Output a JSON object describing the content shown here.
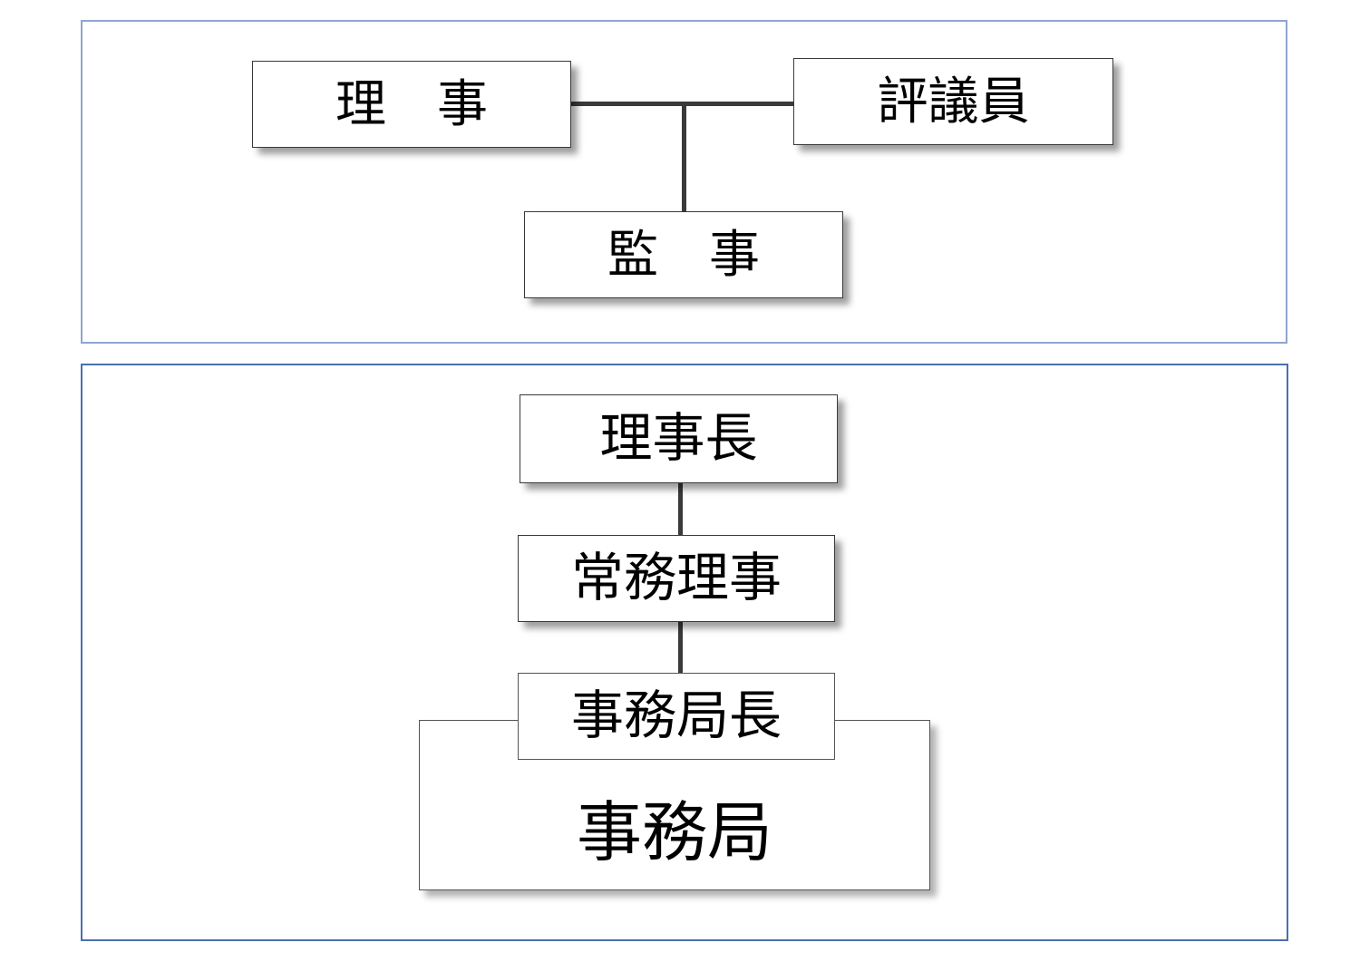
{
  "diagram": {
    "type": "organization-chart",
    "title": "",
    "colors": {
      "panel_border_top": "#8FA5D2",
      "panel_border_bottom": "#4A6FB0",
      "node_border": "#3a3a3a",
      "node_fill": "#ffffff",
      "connector": "#3a3a3a",
      "text": "#000000",
      "background": "#ffffff"
    }
  },
  "panels": [
    {
      "id": "governance",
      "name": "governance-panel",
      "nodes": [
        {
          "id": "riji",
          "label": "理　事"
        },
        {
          "id": "hyogiin",
          "label": "評議員"
        },
        {
          "id": "kanji",
          "label": "監　事"
        }
      ],
      "connections": [
        {
          "from": "riji",
          "to": "hyogiin",
          "style": "horizontal"
        },
        {
          "from": "junction",
          "to": "kanji",
          "style": "vertical"
        }
      ]
    },
    {
      "id": "secretariat",
      "name": "secretariat-panel",
      "nodes": [
        {
          "id": "rijicho",
          "label": "理事長"
        },
        {
          "id": "jomu-riji",
          "label": "常務理事"
        },
        {
          "id": "jimukyokucho",
          "label": "事務局長"
        },
        {
          "id": "jimukyoku",
          "label": "事務局"
        }
      ],
      "connections": [
        {
          "from": "rijicho",
          "to": "jomu-riji",
          "style": "vertical"
        },
        {
          "from": "jomu-riji",
          "to": "jimukyokucho",
          "style": "vertical"
        }
      ]
    }
  ]
}
